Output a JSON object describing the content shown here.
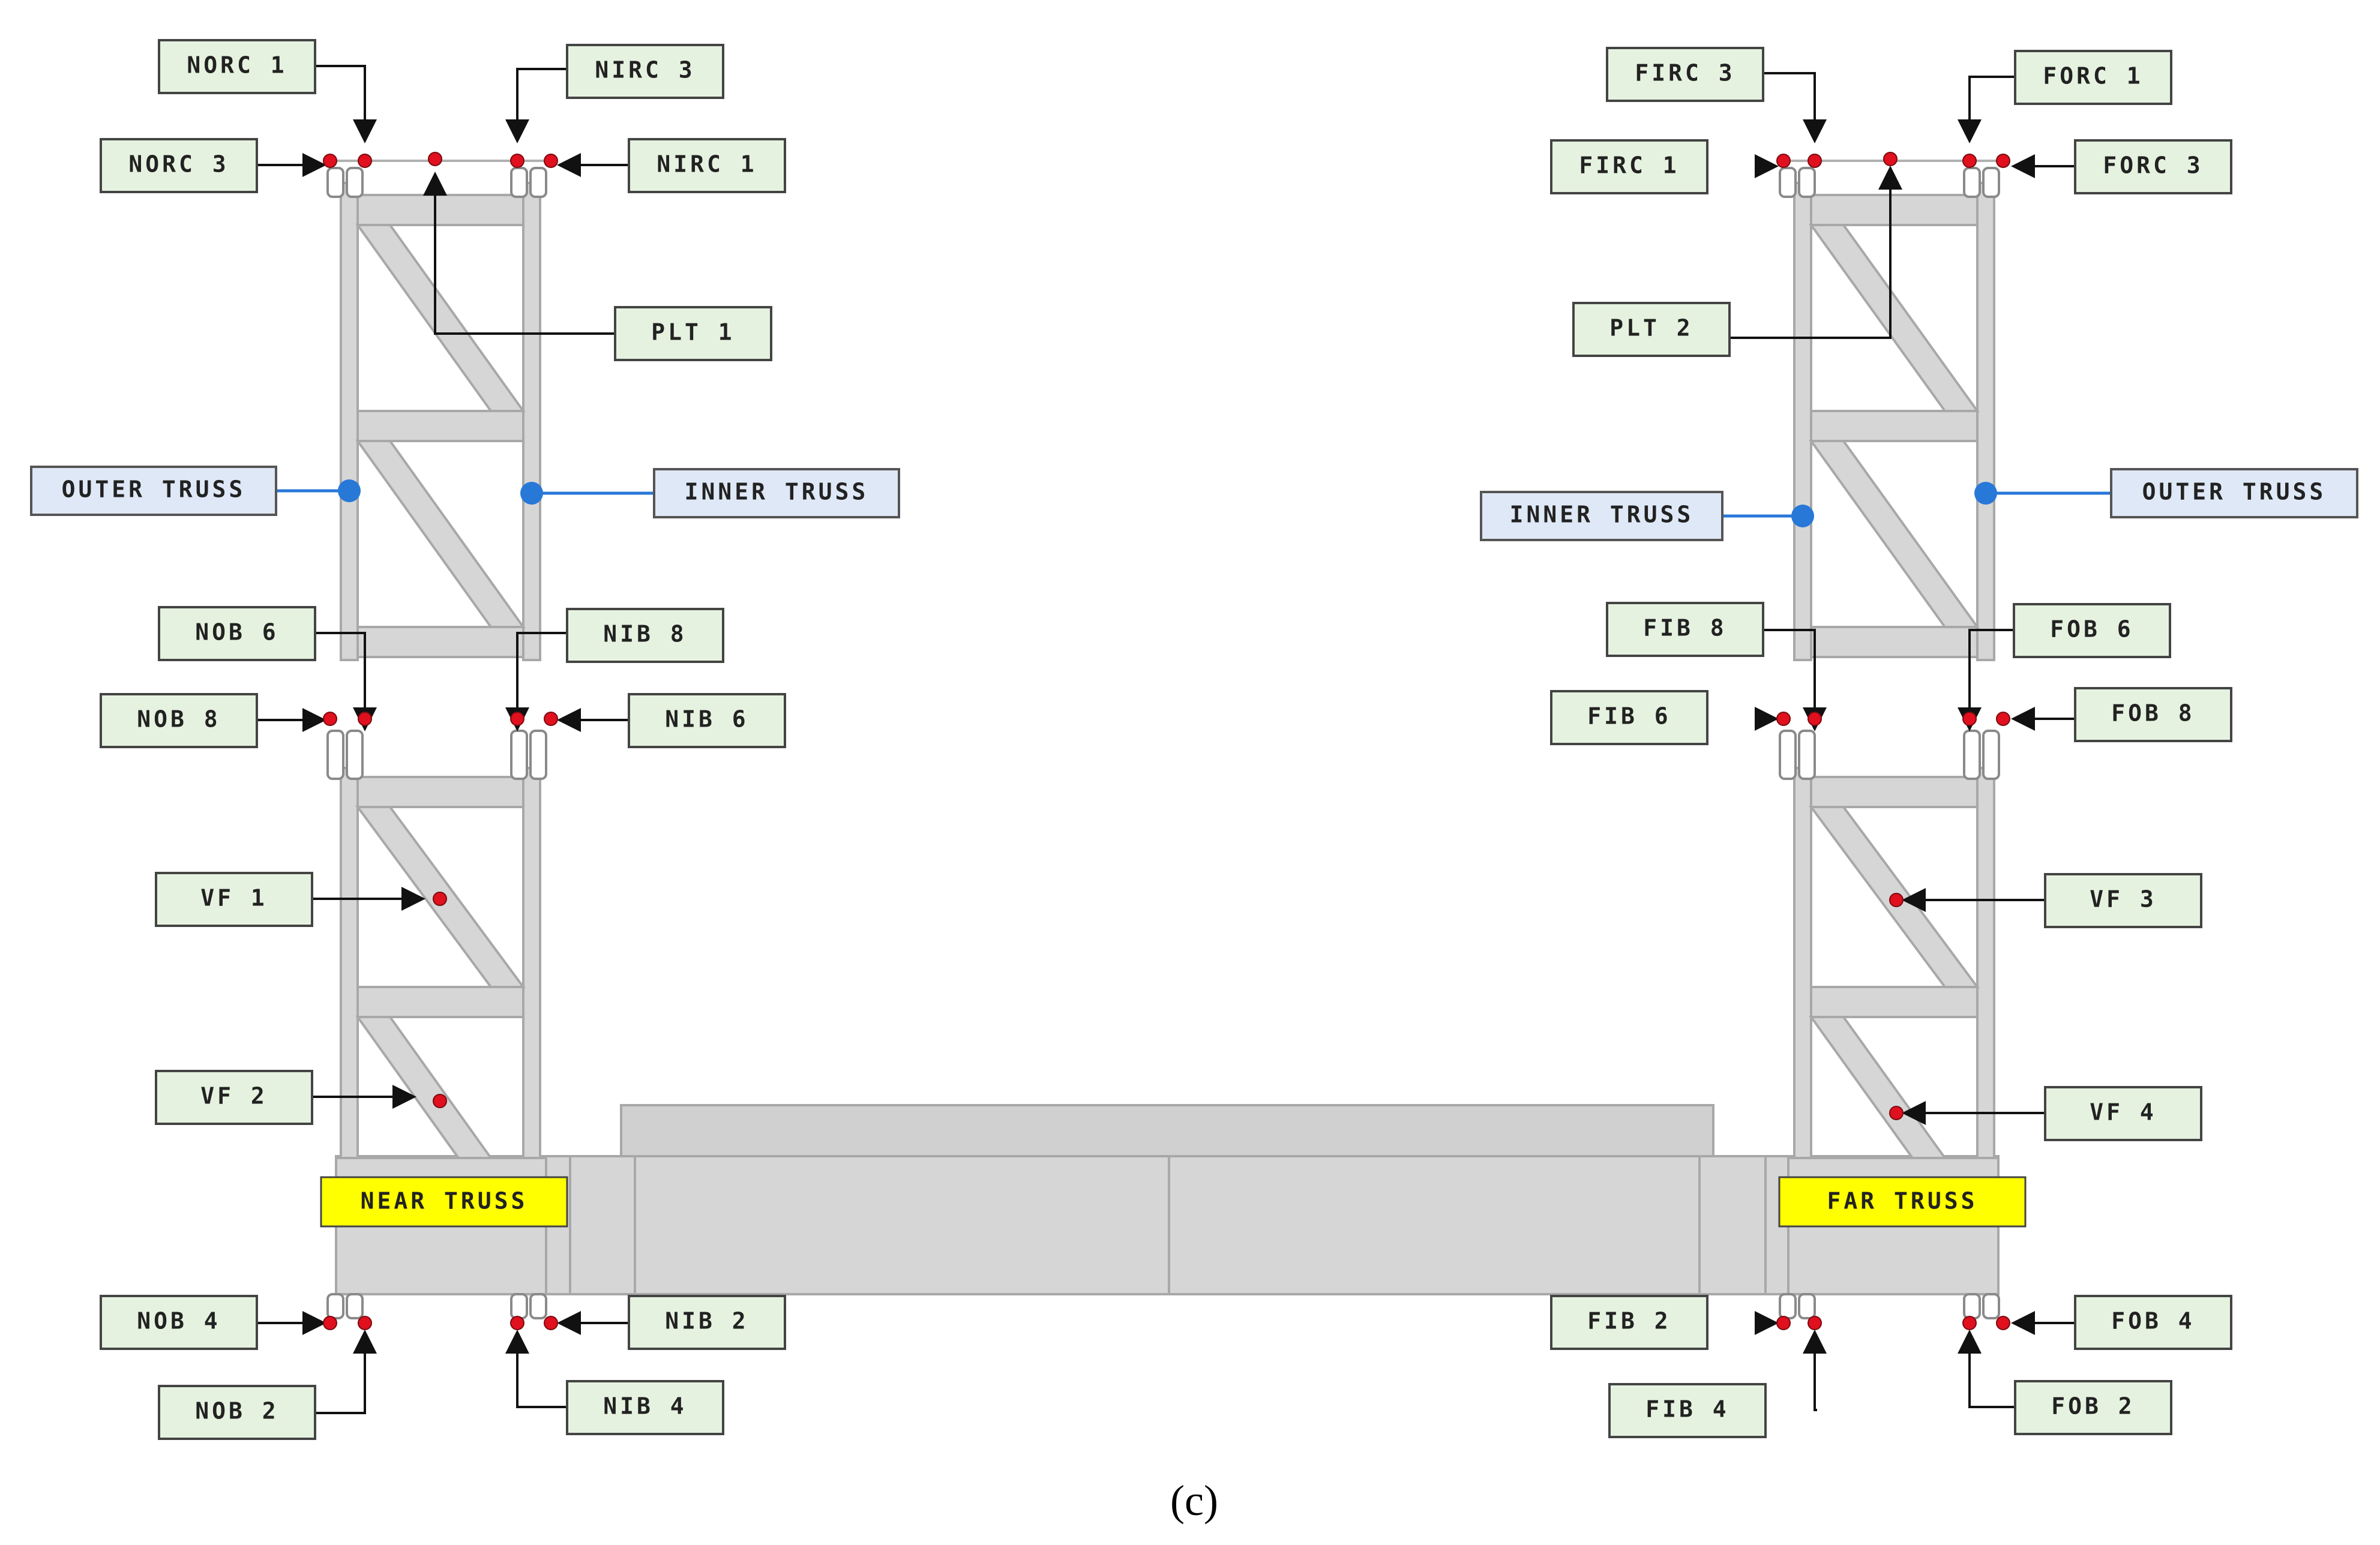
{
  "colors": {
    "label_fill": "#e6f2e0",
    "label_border": "#444444",
    "truss_label_fill": "#dfe8f6",
    "truss_label_border": "#555555",
    "group_label_fill": "#ffff00",
    "sensor_dot": "#e0101e",
    "truss_marker": "#2878d8",
    "frame_fill": "#d6d6d6",
    "frame_stroke": "#a8a8a8",
    "arrow": "#111111"
  },
  "sensor_labels": [
    {
      "id": "norc1",
      "text": "NORC 1"
    },
    {
      "id": "norc3",
      "text": "NORC 3"
    },
    {
      "id": "nirc3",
      "text": "NIRC 3"
    },
    {
      "id": "nirc1",
      "text": "NIRC 1"
    },
    {
      "id": "plt1",
      "text": "PLT 1"
    },
    {
      "id": "nob6",
      "text": "NOB 6"
    },
    {
      "id": "nob8",
      "text": "NOB 8"
    },
    {
      "id": "nib8",
      "text": "NIB 8"
    },
    {
      "id": "nib6",
      "text": "NIB 6"
    },
    {
      "id": "vf1",
      "text": "VF 1"
    },
    {
      "id": "vf2",
      "text": "VF 2"
    },
    {
      "id": "nob4",
      "text": "NOB 4"
    },
    {
      "id": "nob2",
      "text": "NOB 2"
    },
    {
      "id": "nib2",
      "text": "NIB 2"
    },
    {
      "id": "nib4",
      "text": "NIB 4"
    },
    {
      "id": "firc3",
      "text": "FIRC 3"
    },
    {
      "id": "forc1",
      "text": "FORC 1"
    },
    {
      "id": "firc1",
      "text": "FIRC 1"
    },
    {
      "id": "forc3",
      "text": "FORC 3"
    },
    {
      "id": "plt2",
      "text": "PLT 2"
    },
    {
      "id": "fib8",
      "text": "FIB 8"
    },
    {
      "id": "fob6",
      "text": "FOB 6"
    },
    {
      "id": "fib6",
      "text": "FIB 6"
    },
    {
      "id": "fob8",
      "text": "FOB 8"
    },
    {
      "id": "vf3",
      "text": "VF 3"
    },
    {
      "id": "vf4",
      "text": "VF 4"
    },
    {
      "id": "fib2",
      "text": "FIB 2"
    },
    {
      "id": "fob4",
      "text": "FOB 4"
    },
    {
      "id": "fib4",
      "text": "FIB 4"
    },
    {
      "id": "fob2",
      "text": "FOB 2"
    }
  ],
  "truss_labels": [
    {
      "id": "outer_left",
      "text": "OUTER TRUSS"
    },
    {
      "id": "inner_left",
      "text": "INNER TRUSS"
    },
    {
      "id": "inner_right",
      "text": "INNER TRUSS"
    },
    {
      "id": "outer_right",
      "text": "OUTER TRUSS"
    }
  ],
  "group_labels": [
    {
      "id": "near",
      "text": "NEAR TRUSS"
    },
    {
      "id": "far",
      "text": "FAR TRUSS"
    }
  ],
  "caption": "(c)"
}
